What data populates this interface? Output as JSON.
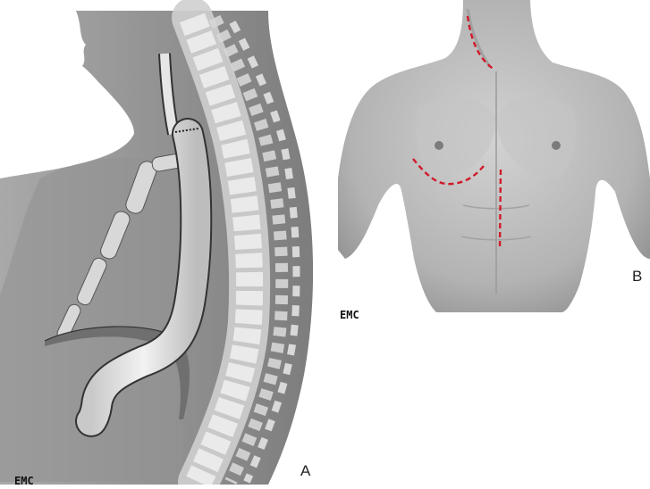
{
  "figure": {
    "panel_a": {
      "letter": "A",
      "logo": "EMC"
    },
    "panel_b": {
      "letter": "B",
      "logo": "EMC"
    }
  },
  "colors": {
    "body_gray": "#8f8f8f",
    "bone": "#dcdcdc",
    "incision_red": "#d11a2a"
  }
}
